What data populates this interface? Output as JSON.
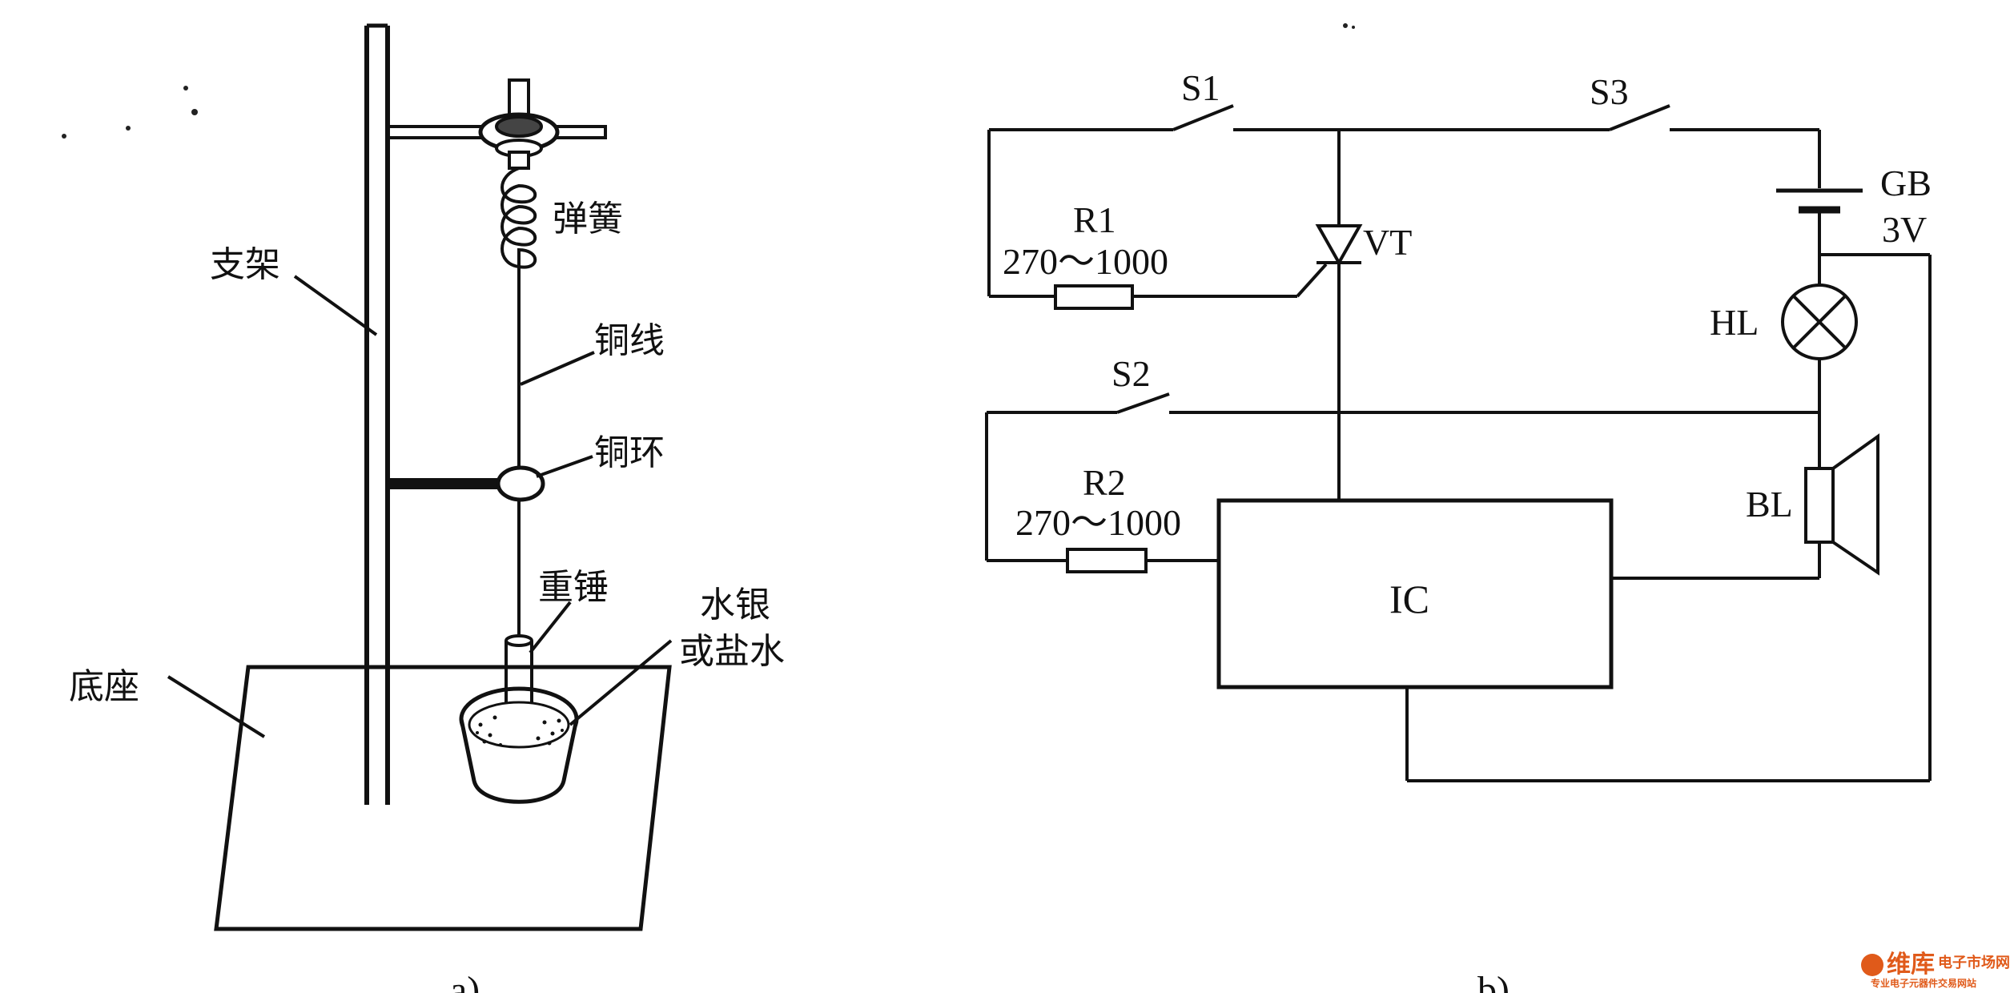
{
  "figure_a": {
    "labels": {
      "spring": "弹簧",
      "stand": "支架",
      "copper_wire": "铜线",
      "copper_ring": "铜环",
      "weight": "重锤",
      "mercury_line1": "水银",
      "mercury_line2": "或盐水",
      "base": "底座"
    },
    "caption": "a)"
  },
  "figure_b": {
    "switches": {
      "s1": "S1",
      "s2": "S2",
      "s3": "S3"
    },
    "resistors": {
      "r1": {
        "name": "R1",
        "value": "270～1000"
      },
      "r2": {
        "name": "R2",
        "value": "270～1000"
      }
    },
    "thyristor": "VT",
    "battery": {
      "name": "GB",
      "voltage": "3V"
    },
    "lamp": "HL",
    "speaker": "BL",
    "ic": "IC",
    "caption": "b)"
  },
  "watermark": {
    "brand": "维库",
    "line1": "电子市场网",
    "line2": "专业电子元器件交易网站",
    "accent_color": "#e05a1a"
  }
}
